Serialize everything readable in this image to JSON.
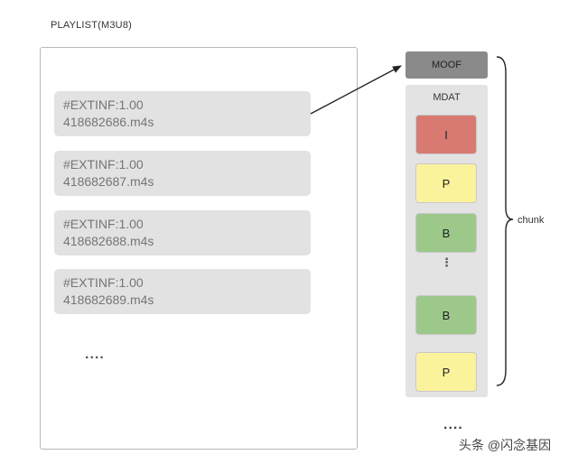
{
  "playlist": {
    "title": "PLAYLIST(M3U8)",
    "entries": [
      {
        "tag": "#EXTINF:1.00",
        "file": "418682686.m4s"
      },
      {
        "tag": "#EXTINF:1.00",
        "file": "418682687.m4s"
      },
      {
        "tag": "#EXTINF:1.00",
        "file": "418682688.m4s"
      },
      {
        "tag": "#EXTINF:1.00",
        "file": "418682689.m4s"
      }
    ],
    "more": "...."
  },
  "segment": {
    "moof_label": "MOOF",
    "mdat_label": "MDAT",
    "frames": [
      {
        "label": "I",
        "color": "#d97a72"
      },
      {
        "label": "P",
        "color": "#fbf29c"
      },
      {
        "label": "B",
        "color": "#9cc98a"
      },
      {
        "label": "B",
        "color": "#9cc98a"
      },
      {
        "label": "P",
        "color": "#fbf29c"
      }
    ],
    "frames_more": "⋮",
    "chunk_label": "chunk",
    "more": "...."
  },
  "watermark": "头条 @闪念基因"
}
